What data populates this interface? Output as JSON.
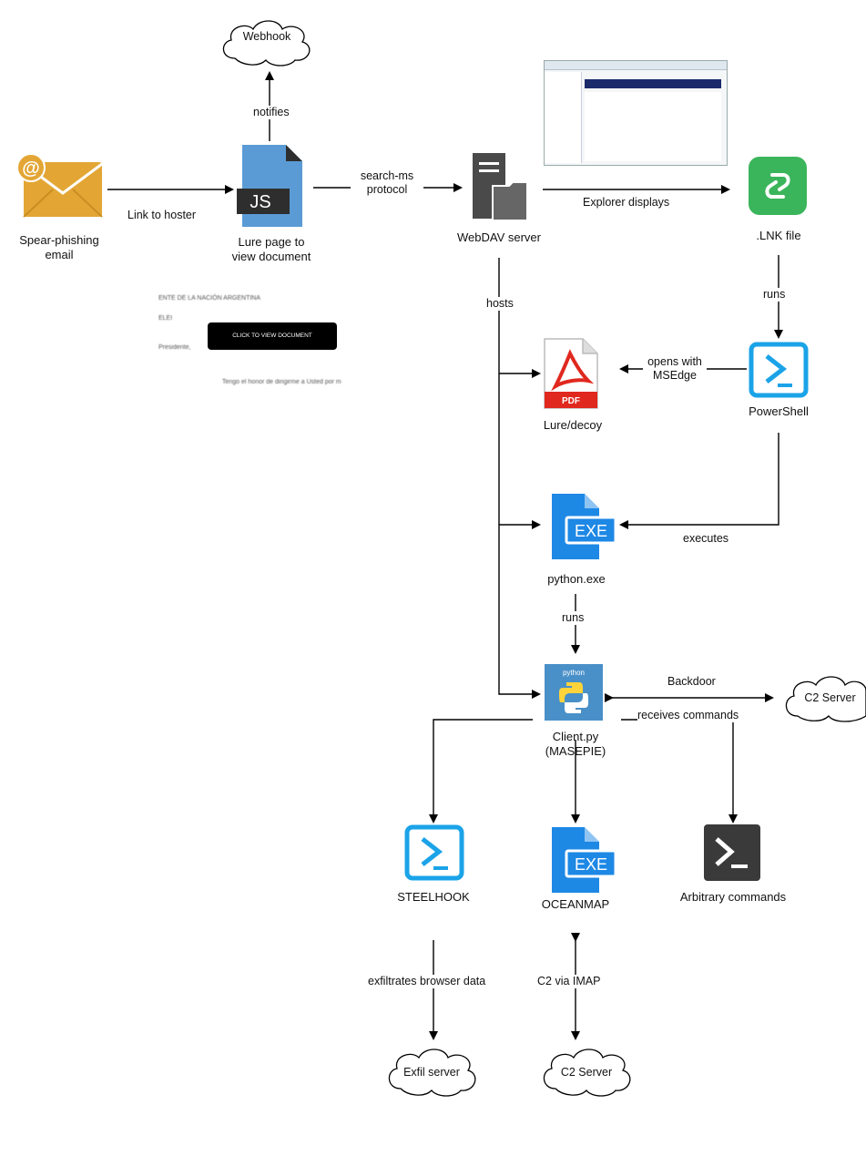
{
  "nodes": {
    "email": {
      "label_line1": "Spear-phishing",
      "label_line2": "email"
    },
    "lure_page": {
      "label_line1": "Lure page to",
      "label_line2": "view document",
      "badge": "JS"
    },
    "webhook": {
      "label": "Webhook"
    },
    "webdav": {
      "label": "WebDAV server"
    },
    "lnk": {
      "label": ".LNK file"
    },
    "powershell": {
      "label": "PowerShell"
    },
    "decoy": {
      "label": "Lure/decoy",
      "badge": "PDF"
    },
    "python_exe": {
      "label": "python.exe",
      "badge": "EXE"
    },
    "client": {
      "label_line1": "Client.py",
      "label_line2": "(MASEPIE)",
      "badge": "python"
    },
    "c2_top": {
      "label": "C2 Server"
    },
    "steelhook": {
      "label": "STEELHOOK"
    },
    "oceanmap": {
      "label": "OCEANMAP",
      "badge": "EXE"
    },
    "arbitrary": {
      "label": "Arbitrary commands"
    },
    "exfil": {
      "label": "Exfil server"
    },
    "c2_bottom": {
      "label": "C2 Server"
    }
  },
  "edges": {
    "link_to_hoster": "Link to hoster",
    "notifies": "notifies",
    "search_ms_1": "search-ms",
    "search_ms_2": "protocol",
    "explorer_displays": "Explorer displays",
    "hosts": "hosts",
    "runs_top": "runs",
    "opens_with_1": "opens with",
    "opens_with_2": "MSEdge",
    "executes": "executes",
    "runs_mid": "runs",
    "backdoor": "Backdoor",
    "receives_commands": "receives commands",
    "exfiltrates": "exfiltrates browser data",
    "c2_via_imap": "C2 via IMAP"
  },
  "lure_preview": {
    "line1": "ENTE DE LA NACIÓN ARGENTINA",
    "line2": "ELEI",
    "line3": "Presidente,",
    "button": "CLICK TO VIEW DOCUMENT",
    "line4": "Tengo el honor de dirigirme a Usted por m"
  },
  "colors": {
    "email_gold": "#E3A635",
    "doc_blue": "#5B9BD5",
    "exe_blue": "#1E88E5",
    "lnk_green": "#3BB55B",
    "ps_cyan": "#1BA3E8",
    "pdf_red": "#E0281E",
    "server_gray": "#4A4A4A"
  }
}
